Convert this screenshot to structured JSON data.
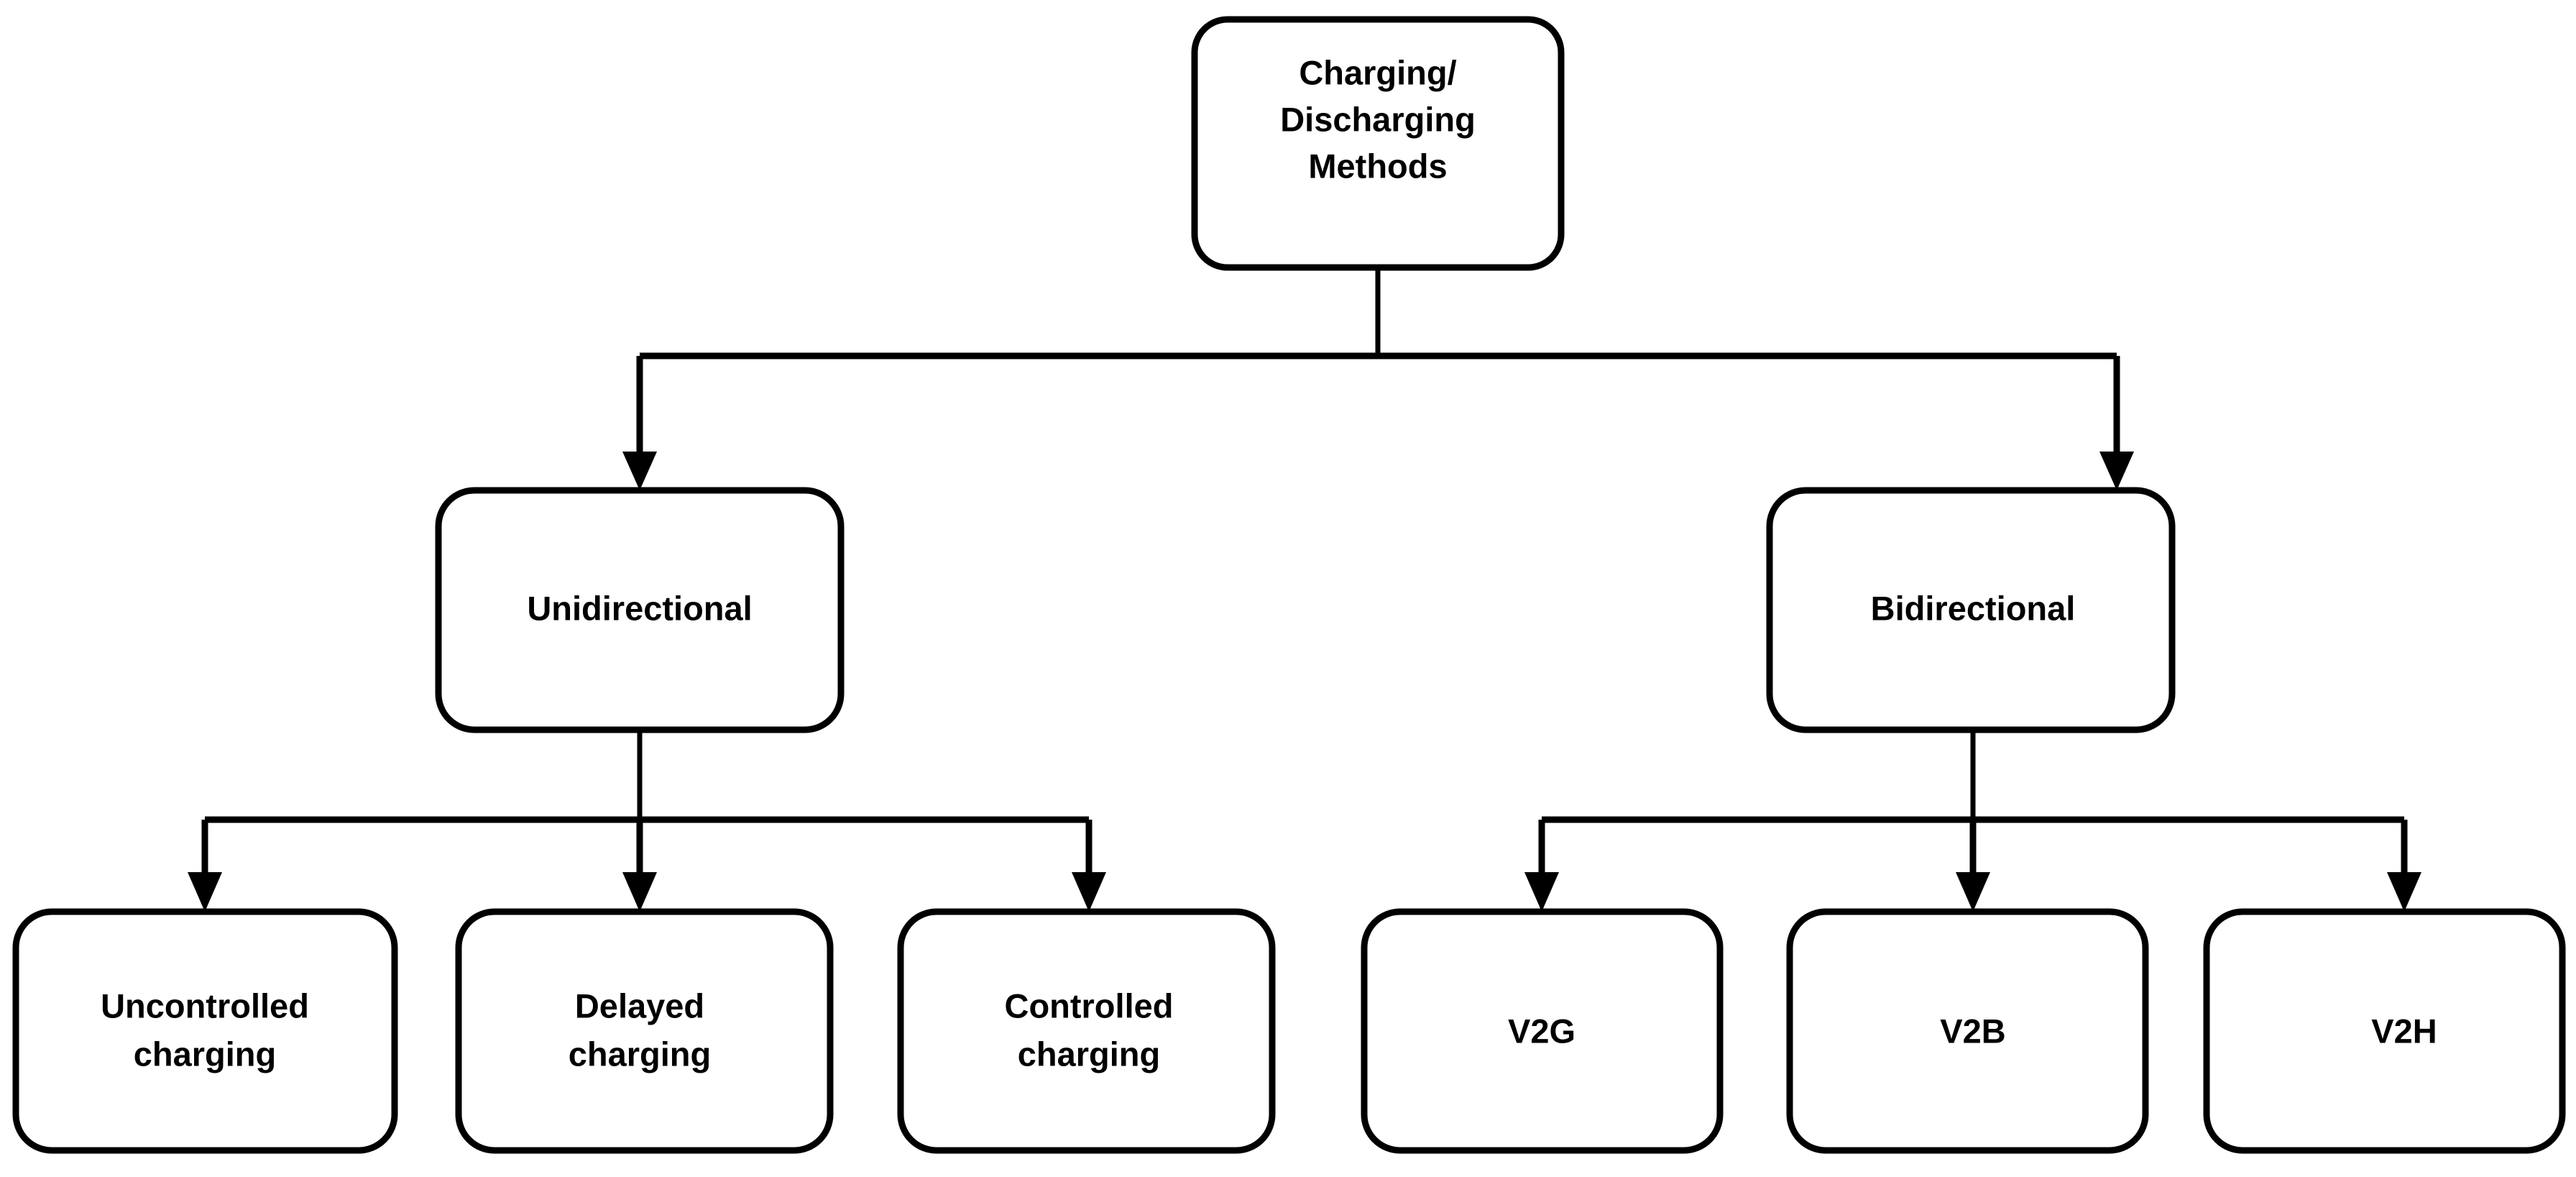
{
  "diagram": {
    "title": "Charging/Discharging Methods taxonomy",
    "type": "tree-flowchart",
    "orientation": "top-down",
    "background_color": "#ffffff",
    "box_fill_color": "#ffffff",
    "box_stroke_color": "#000000",
    "text_color": "#000000",
    "connector_color": "#000000"
  },
  "nodes": {
    "root": {
      "id": "charging-discharging-methods",
      "label_lines": [
        "Charging/",
        "Discharging",
        "Methods"
      ],
      "line1": "Charging/",
      "line2": "Discharging",
      "line3": "Methods",
      "level": 0
    },
    "unidirectional": {
      "id": "unidirectional",
      "label": "Unidirectional",
      "level": 1
    },
    "bidirectional": {
      "id": "bidirectional",
      "label": "Bidirectional",
      "level": 1
    },
    "uncontrolled_charging": {
      "id": "uncontrolled-charging",
      "label_lines": [
        "Uncontrolled",
        "charging"
      ],
      "line1": "Uncontrolled",
      "line2": "charging",
      "level": 2,
      "parent": "unidirectional"
    },
    "delayed_charging": {
      "id": "delayed-charging",
      "label_lines": [
        "Delayed",
        "charging"
      ],
      "line1": "Delayed",
      "line2": "charging",
      "level": 2,
      "parent": "unidirectional"
    },
    "controlled_charging": {
      "id": "controlled-charging",
      "label_lines": [
        "Controlled",
        "charging"
      ],
      "line1": "Controlled",
      "line2": "charging",
      "level": 2,
      "parent": "unidirectional"
    },
    "v2g": {
      "id": "v2g",
      "label": "V2G",
      "level": 2,
      "parent": "bidirectional"
    },
    "v2b": {
      "id": "v2b",
      "label": "V2B",
      "level": 2,
      "parent": "bidirectional"
    },
    "v2h": {
      "id": "v2h",
      "label": "V2H",
      "level": 2,
      "parent": "bidirectional"
    }
  },
  "edges": [
    {
      "from": "charging-discharging-methods",
      "to": "unidirectional",
      "arrow": true
    },
    {
      "from": "charging-discharging-methods",
      "to": "bidirectional",
      "arrow": true
    },
    {
      "from": "unidirectional",
      "to": "uncontrolled-charging",
      "arrow": true
    },
    {
      "from": "unidirectional",
      "to": "delayed-charging",
      "arrow": true
    },
    {
      "from": "unidirectional",
      "to": "controlled-charging",
      "arrow": true
    },
    {
      "from": "bidirectional",
      "to": "v2g",
      "arrow": true
    },
    {
      "from": "bidirectional",
      "to": "v2b",
      "arrow": true
    },
    {
      "from": "bidirectional",
      "to": "v2h",
      "arrow": true
    }
  ]
}
